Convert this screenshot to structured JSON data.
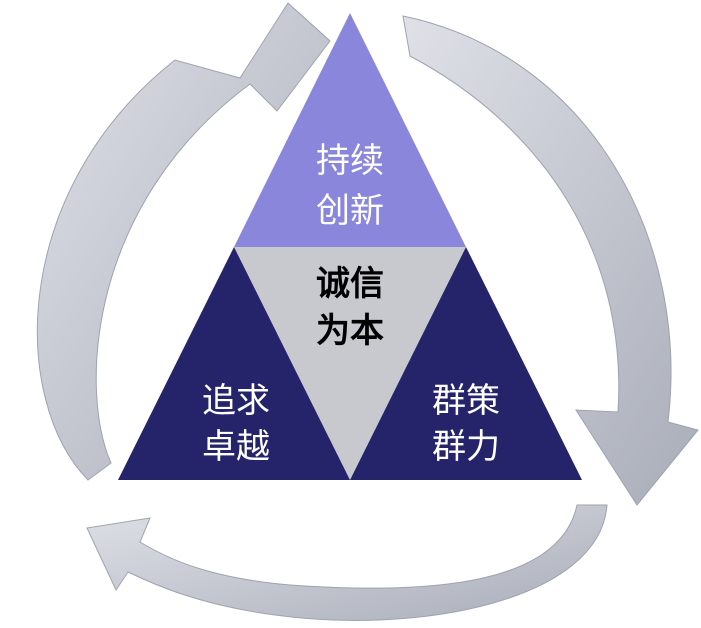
{
  "diagram": {
    "top": {
      "line1": "持续",
      "line2": "创新",
      "fill": "#8a86dc",
      "text_color": "#ffffff"
    },
    "center": {
      "line1": "诚信",
      "line2": "为本",
      "fill": "#c8c9ce",
      "text_color": "#000000"
    },
    "left": {
      "line1": "追求",
      "line2": "卓越",
      "fill": "#25246b",
      "text_color": "#ffffff"
    },
    "right": {
      "line1": "群策",
      "line2": "群力",
      "fill": "#25246b",
      "text_color": "#ffffff"
    },
    "arrows": {
      "fill": "#c6c9d2",
      "stroke": "#9ea3af",
      "direction": "clockwise",
      "count": 3
    }
  }
}
